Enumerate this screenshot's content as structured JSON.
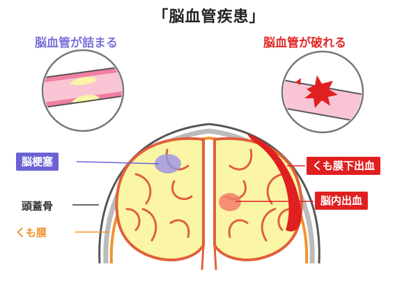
{
  "title": "「脳血管疾患」",
  "left_heading": "脳血管が詰まる",
  "right_heading": "脳血管が破れる",
  "labels": {
    "infarction": "脳梗塞",
    "skull": "頭蓋骨",
    "arachnoid": "くも膜",
    "subarachnoid": "くも膜下出血",
    "intracerebral": "脳内出血"
  },
  "colors": {
    "blockage": "#7b73d8",
    "bleeding": "#e12a2a",
    "arachnoid": "#f2922b",
    "brain": "#fbf5a6",
    "vessel": "#e0603a"
  }
}
